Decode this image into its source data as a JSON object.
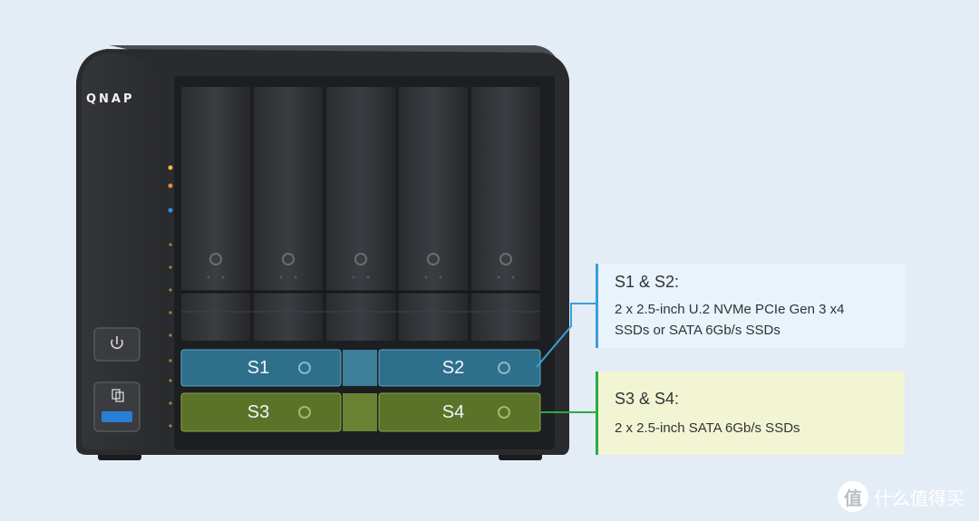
{
  "device": {
    "brand": "QNAP",
    "bays": [
      {
        "label": "S1",
        "color": "#2e6f8c"
      },
      {
        "label": "S2",
        "color": "#2e6f8c"
      },
      {
        "label": "S3",
        "color": "#5b7328"
      },
      {
        "label": "S4",
        "color": "#5b7328"
      }
    ]
  },
  "callouts": {
    "s12": {
      "title": "S1 & S2:",
      "line1": "2 x 2.5-inch U.2 NVMe PCIe Gen 3 x4",
      "line2": "SSDs or SATA 6Gb/s SSDs",
      "accent": "#3aa0d8",
      "background": "#e8f3fb"
    },
    "s34": {
      "title": "S3 & S4:",
      "line1": "2 x 2.5-inch SATA 6Gb/s SSDs",
      "accent": "#2eaa3f",
      "background": "#f2f5d4"
    }
  },
  "watermark": {
    "logo_glyph": "值",
    "text": "什么值得买"
  }
}
